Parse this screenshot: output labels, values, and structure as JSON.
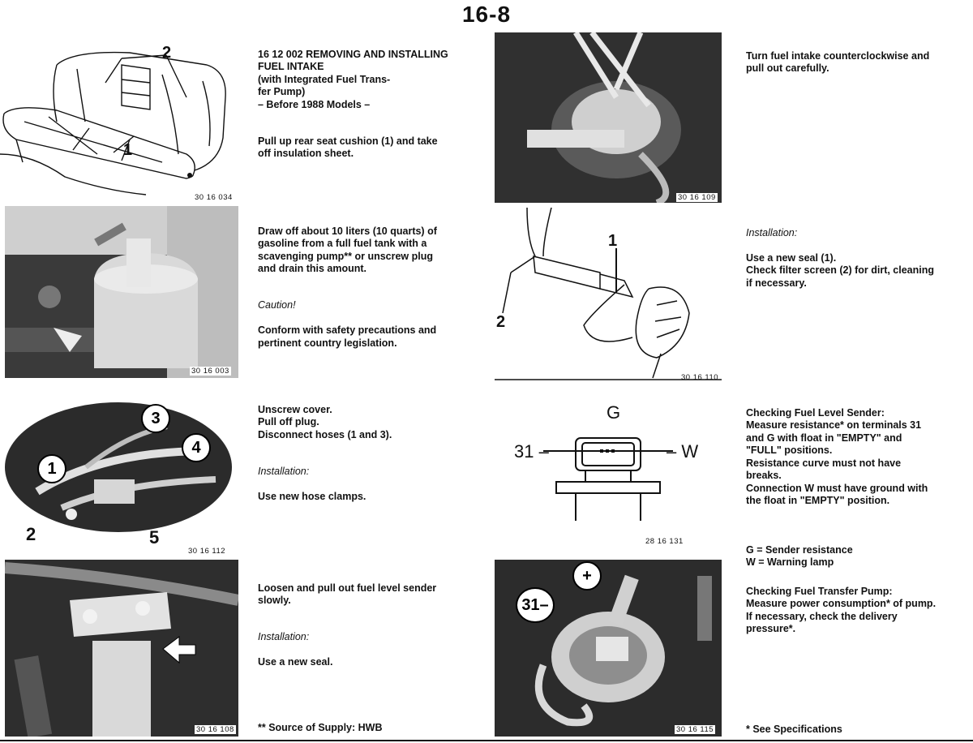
{
  "page": {
    "number": "16-8"
  },
  "steps": [
    {
      "heading_lines": "16 12 002  REMOVING AND INSTALLING\n                    FUEL INTAKE\n                    (with Integrated Fuel Trans-\n                    fer Pump)\n                    – Before 1988 Models –",
      "body": "Pull up rear seat cushion (1) and take\noff insulation sheet."
    },
    {
      "body": "Draw off about 10 liters (10 quarts) of\ngasoline from a full fuel tank with a\nscavenging pump** or unscrew plug\nand drain this amount.",
      "note_label": "Caution!",
      "note": "Conform with safety precautions and\npertinent country legislation."
    },
    {
      "body": "Unscrew cover.\nPull off plug.\nDisconnect hoses (1 and 3).",
      "note_label": "Installation:",
      "note": "Use new hose clamps."
    },
    {
      "body": "Loosen and pull out fuel level sender\nslowly.",
      "note_label": "Installation:",
      "note": "Use a new seal.",
      "footnote": "** Source of Supply: HWB"
    },
    {
      "body": "Turn fuel intake counterclockwise and\npull out carefully."
    },
    {
      "note_label": "Installation:",
      "body": "Use a new seal (1).\nCheck filter screen (2) for dirt, cleaning\nif necessary."
    },
    {
      "heading": "Checking Fuel Level Sender:",
      "body": "Measure resistance* on terminals 31\nand G with float in \"EMPTY\" and\n\"FULL\" positions.\nResistance curve must not have\nbreaks.\nConnection W must have ground with\nthe float in \"EMPTY\" position.",
      "legend": "G  = Sender resistance\nW  = Warning lamp"
    },
    {
      "heading": "Checking Fuel Transfer Pump:",
      "body": "Measure power consumption* of pump.\nIf necessary, check the delivery\npressure*.",
      "footnote": "* See Specifications"
    }
  ],
  "figures": {
    "seat": {
      "code": "30 16 034",
      "labels": [
        "2",
        "1"
      ]
    },
    "tank": {
      "code": "30 16 003"
    },
    "cover": {
      "code": "30 16 112",
      "labels": [
        "3",
        "4",
        "1",
        "2",
        "5"
      ]
    },
    "sender": {
      "code": "30 16 108"
    },
    "intake": {
      "code": "30 16 109"
    },
    "pump": {
      "code": "30 16 110",
      "labels": [
        "1",
        "2"
      ]
    },
    "connector": {
      "code": "28 16 131",
      "labels": [
        "G",
        "31 –",
        "– W"
      ]
    },
    "transfer": {
      "code": "30 16 115",
      "labels": [
        "+",
        "31–"
      ]
    }
  }
}
